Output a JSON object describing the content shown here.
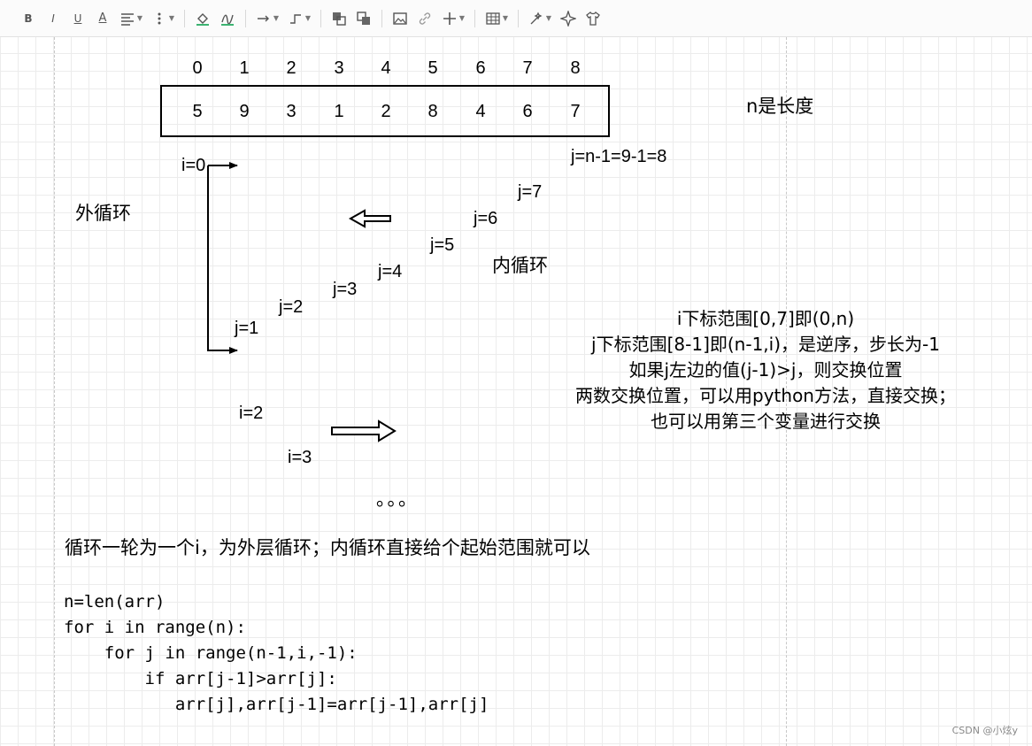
{
  "toolbar": {
    "items": [
      {
        "name": "bold-button",
        "glyph": "B"
      },
      {
        "name": "italic-button",
        "glyph": "I"
      },
      {
        "name": "underline-button",
        "glyph": "U"
      },
      {
        "name": "font-color-button",
        "glyph": "A"
      }
    ]
  },
  "diagram": {
    "indices": [
      "0",
      "1",
      "2",
      "3",
      "4",
      "5",
      "6",
      "7",
      "8"
    ],
    "values": [
      "5",
      "9",
      "3",
      "1",
      "2",
      "8",
      "4",
      "6",
      "7"
    ],
    "n_label": "n是长度",
    "j_formula": "j=n-1=9-1=8",
    "j_labels": [
      "j=7",
      "j=6",
      "j=5",
      "j=4",
      "j=3",
      "j=2",
      "j=1"
    ],
    "i_labels": [
      "i=0",
      "i=2",
      "i=3"
    ],
    "outer_loop": "外循环",
    "inner_loop": "内循环",
    "ellipsis": "。。。",
    "description": [
      "i下标范围[0,7]即(0,n)",
      "j下标范围[8-1]即(n-1,i)，是逆序，步长为-1",
      "如果j左边的值(j-1)>j，则交换位置",
      "两数交换位置，可以用python方法，直接交换；",
      "也可以用第三个变量进行交换"
    ],
    "summary": "循环一轮为一个i，为外层循环；内循环直接给个起始范围就可以",
    "code": [
      "n=len(arr)",
      "for i in range(n):",
      "    for j in range(n-1,i,-1):",
      "        if arr[j-1]>arr[j]:",
      "           arr[j],arr[j-1]=arr[j-1],arr[j]"
    ],
    "watermark": "CSDN @小炫y"
  }
}
